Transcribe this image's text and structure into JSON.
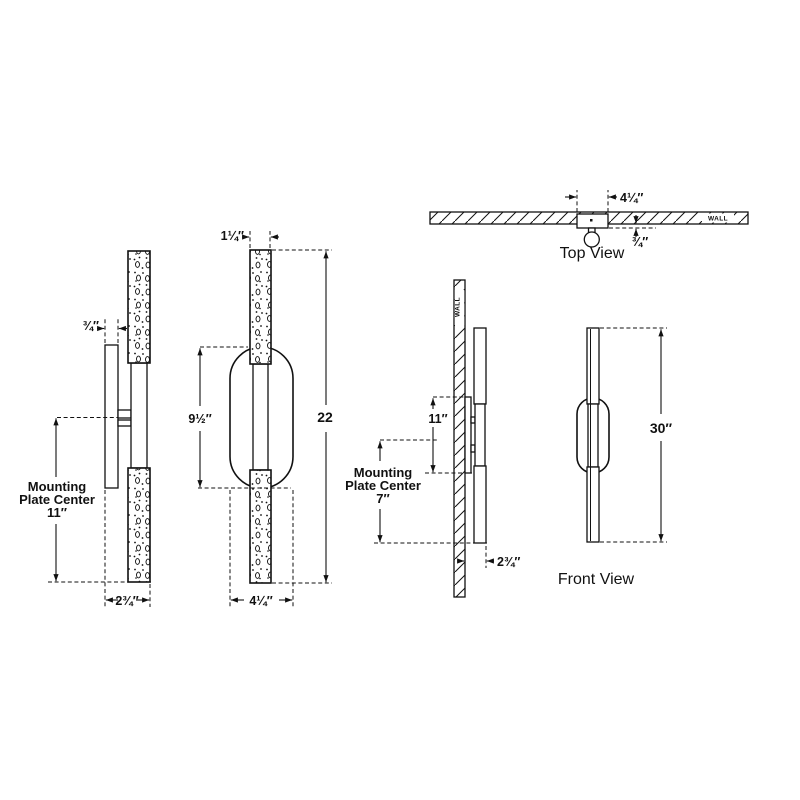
{
  "figures": {
    "side_small": {
      "plate_thickness": "¾″",
      "mounting": {
        "line1": "Mounting",
        "line2": "Plate Center",
        "line3": "11″"
      },
      "overall_depth": "2¾″"
    },
    "front_small": {
      "top_width": "1¼″",
      "shade_height": "9½″",
      "overall_height": "22",
      "shade_width": "4¼″"
    },
    "top_view": {
      "label": "Top View",
      "wall_label": "WALL",
      "backplate_width": "4¼″",
      "backplate_offset": "¾″"
    },
    "side_large": {
      "wall_label": "WALL",
      "backplate_height": "11″",
      "mounting": {
        "line1": "Mounting",
        "line2": "Plate Center",
        "line3": "7″"
      },
      "projection": "2¾″"
    },
    "front_large": {
      "label": "Front View",
      "overall_height": "30″"
    }
  },
  "colors": {
    "line": "#111111",
    "background": "#ffffff"
  }
}
